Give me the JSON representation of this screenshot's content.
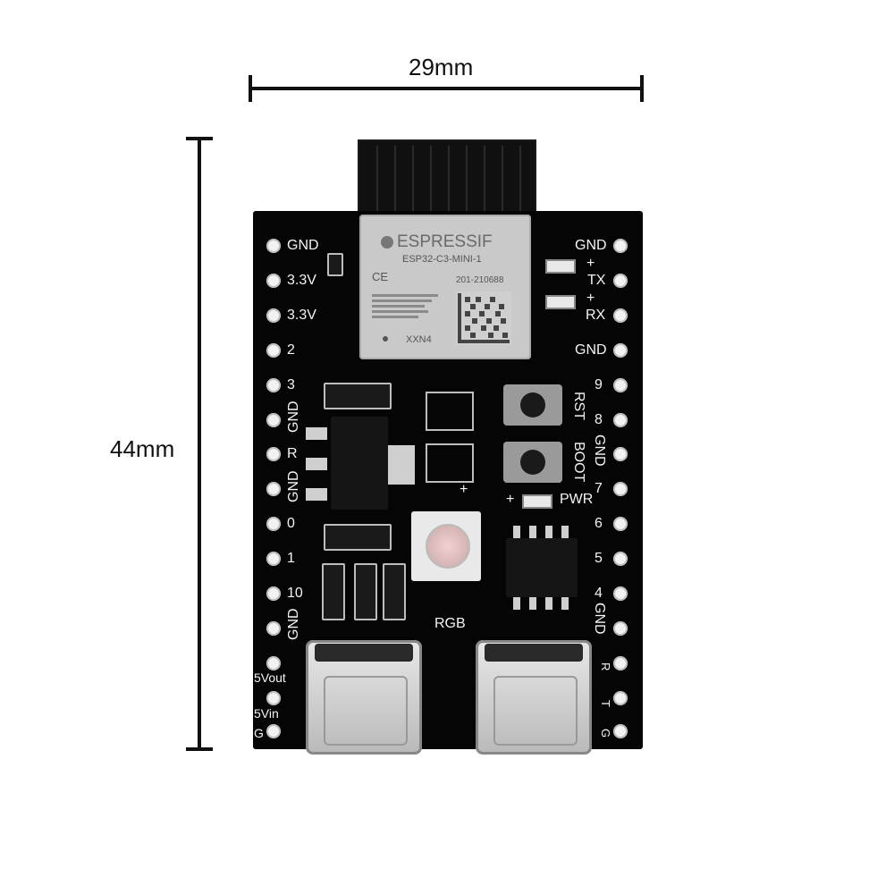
{
  "dimensions": {
    "width_label": "29mm",
    "height_label": "44mm"
  },
  "module": {
    "brand": "ESPRESSIF",
    "model": "ESP32-C3-MINI-1",
    "cert_id": "201-210688",
    "lot": "XXN4"
  },
  "left_pins": [
    "GND",
    "3.3V",
    "3.3V",
    "2",
    "3",
    "GND",
    "R",
    "GND",
    "0",
    "1",
    "10",
    "GND",
    "5Vout",
    "5Vin",
    "G"
  ],
  "right_pins": [
    "GND",
    "TX",
    "RX",
    "GND",
    "9",
    "8",
    "GND",
    "7",
    "6",
    "5",
    "4",
    "GND",
    "R",
    "T",
    "G"
  ],
  "labels": {
    "rst": "RST",
    "boot": "BOOT",
    "pwr": "PWR",
    "rgb": "RGB",
    "plus": "+"
  },
  "colors": {
    "board": "#050505",
    "silkscreen": "#f4f4f4",
    "module_shield": "#c9c9c9"
  }
}
